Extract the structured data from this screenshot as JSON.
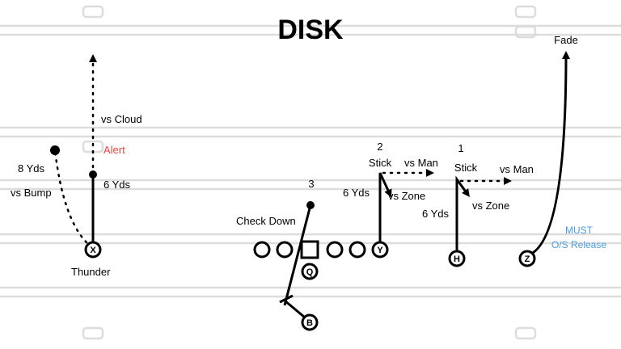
{
  "title": "DISK",
  "colors": {
    "field_line": "#dcdcdc",
    "route": "#000000",
    "alert": "#e8463b",
    "tip": "#4a9ee0"
  },
  "players": {
    "x": "X",
    "y": "Y",
    "h": "H",
    "z": "Z",
    "q": "Q",
    "b": "B"
  },
  "labels": {
    "fade": "Fade",
    "vs_cloud": "vs Cloud",
    "alert": "Alert",
    "eight_yds": "8 Yds",
    "vs_bump": "vs Bump",
    "six_yds_x": "6 Yds",
    "thunder": "Thunder",
    "read_3": "3",
    "check_down": "Check Down",
    "read_2": "2",
    "stick_y": "Stick",
    "vs_man_y": "vs Man",
    "six_yds_y": "6 Yds",
    "vs_zone_y": "vs Zone",
    "read_1": "1",
    "stick_h": "Stick",
    "vs_man_h": "vs Man",
    "six_yds_h": "6 Yds",
    "vs_zone_h": "vs Zone",
    "must": "MUST",
    "os_release": "O/S Release"
  }
}
